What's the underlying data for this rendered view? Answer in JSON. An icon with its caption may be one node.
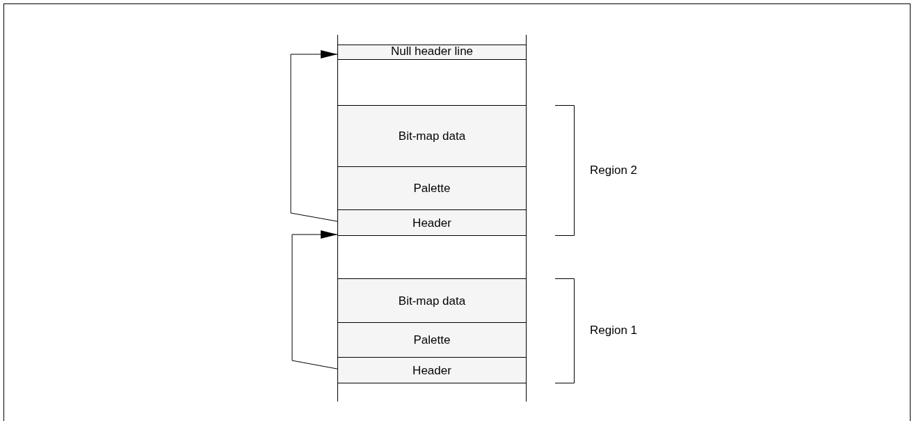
{
  "diagram": {
    "nodes": [
      {
        "text": [
          "Null header line"
        ]
      },
      {
        "text": [
          "Bit-map data"
        ]
      },
      {
        "text": [
          "Palette"
        ]
      },
      {
        "text": [
          "Header"
        ]
      },
      {
        "text": [
          "Bit-map data"
        ]
      },
      {
        "text": [
          "Palette"
        ]
      },
      {
        "text": [
          "Header"
        ]
      }
    ],
    "edges": [
      {
        "from": 3,
        "to": 0,
        "arrow": "to"
      },
      {
        "from": 6,
        "to": 3,
        "arrow": "to"
      }
    ],
    "labels": [
      "Region 2",
      "Region 1"
    ]
  }
}
